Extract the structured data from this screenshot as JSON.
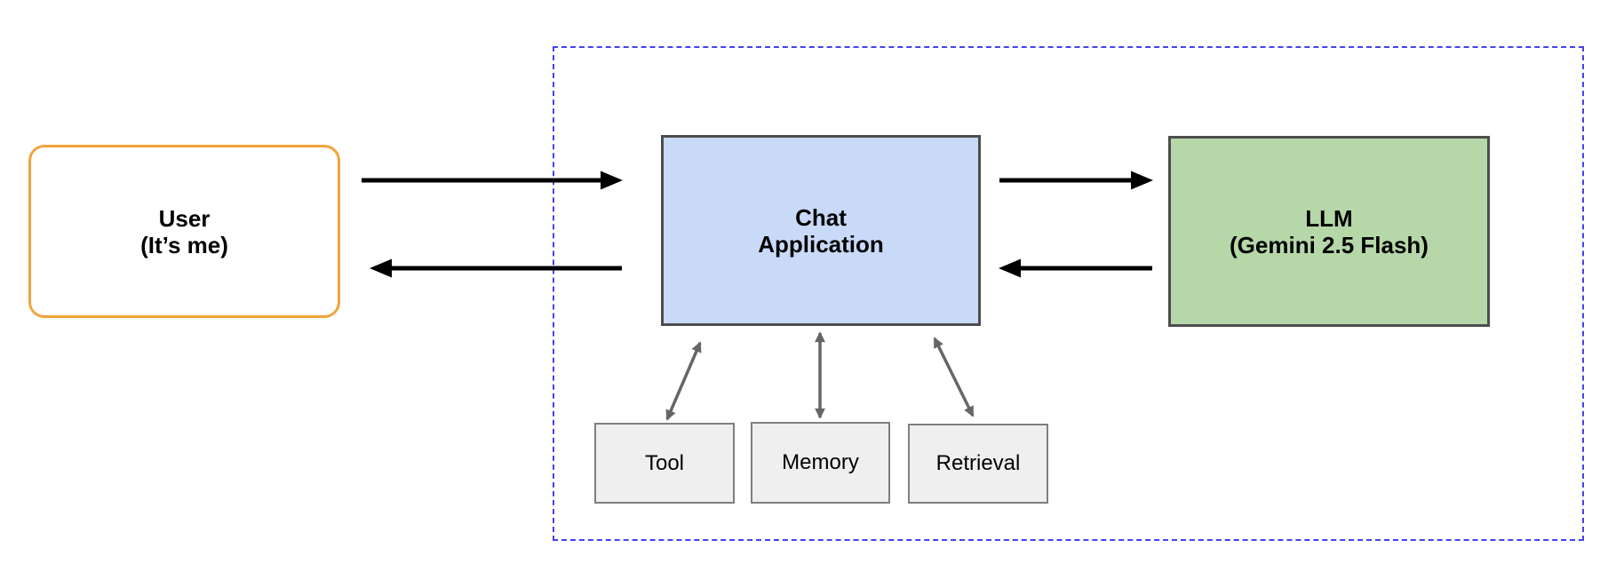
{
  "diagram": {
    "nodes": {
      "user": {
        "lines": [
          "User",
          "(It’s me)"
        ]
      },
      "chat_app": {
        "lines": [
          "Chat",
          "Application"
        ]
      },
      "llm": {
        "lines": [
          "LLM",
          "(Gemini 2.5 Flash)"
        ]
      },
      "tool": {
        "label": "Tool"
      },
      "memory": {
        "label": "Memory"
      },
      "retrieval": {
        "label": "Retrieval"
      }
    },
    "colors": {
      "user_border": "#f2a43e",
      "chat_fill": "#c9daf8",
      "llm_fill": "#b6d7a8",
      "big_box_border": "#4d4d4d",
      "small_fill": "#efefef",
      "small_border": "#7f7f7f",
      "boundary_border": "#4443ef",
      "arrow_black": "#000000",
      "arrow_gray": "#666666"
    }
  }
}
